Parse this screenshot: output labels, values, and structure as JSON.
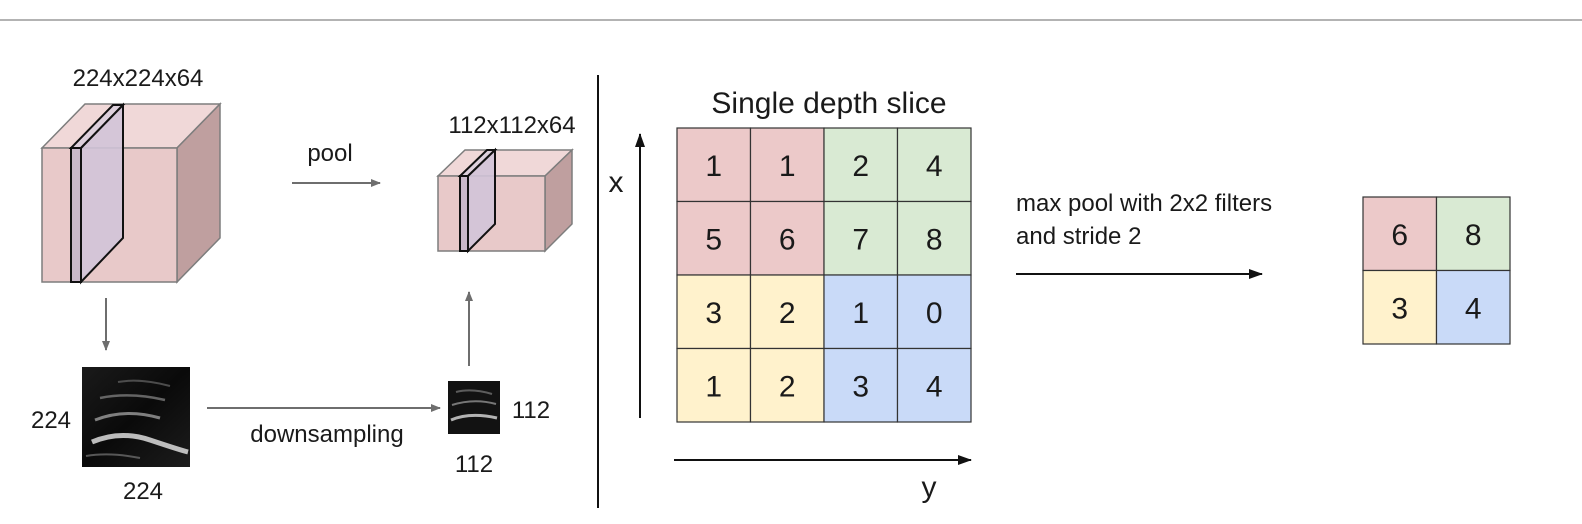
{
  "colors": {
    "red": "#ecc9c9",
    "green": "#d9ead3",
    "yellow": "#fff2cc",
    "blue": "#c9daf8",
    "cube_front": "#e8c9c9",
    "cube_top": "#f0d8d8",
    "cube_side": "#bf9f9f",
    "slice": "#d2c4d8",
    "arrow": "#6e6e6e"
  },
  "left": {
    "big_cube_label": "224x224x64",
    "small_cube_label": "112x112x64",
    "pool_label": "pool",
    "downsampling_label": "downsampling",
    "big_img_side": "224",
    "big_img_bottom": "224",
    "small_img_side": "112",
    "small_img_bottom": "112"
  },
  "right": {
    "title": "Single depth slice",
    "x_axis": "x",
    "y_axis": "y",
    "grid": [
      [
        "1",
        "1",
        "2",
        "4"
      ],
      [
        "5",
        "6",
        "7",
        "8"
      ],
      [
        "3",
        "2",
        "1",
        "0"
      ],
      [
        "1",
        "2",
        "3",
        "4"
      ]
    ],
    "grid_colors": [
      [
        "red",
        "red",
        "green",
        "green"
      ],
      [
        "red",
        "red",
        "green",
        "green"
      ],
      [
        "yellow",
        "yellow",
        "blue",
        "blue"
      ],
      [
        "yellow",
        "yellow",
        "blue",
        "blue"
      ]
    ],
    "caption_line1": "max pool with 2x2 filters",
    "caption_line2": "and stride 2",
    "output": [
      [
        "6",
        "8"
      ],
      [
        "3",
        "4"
      ]
    ],
    "output_colors": [
      [
        "red",
        "green"
      ],
      [
        "yellow",
        "blue"
      ]
    ]
  }
}
